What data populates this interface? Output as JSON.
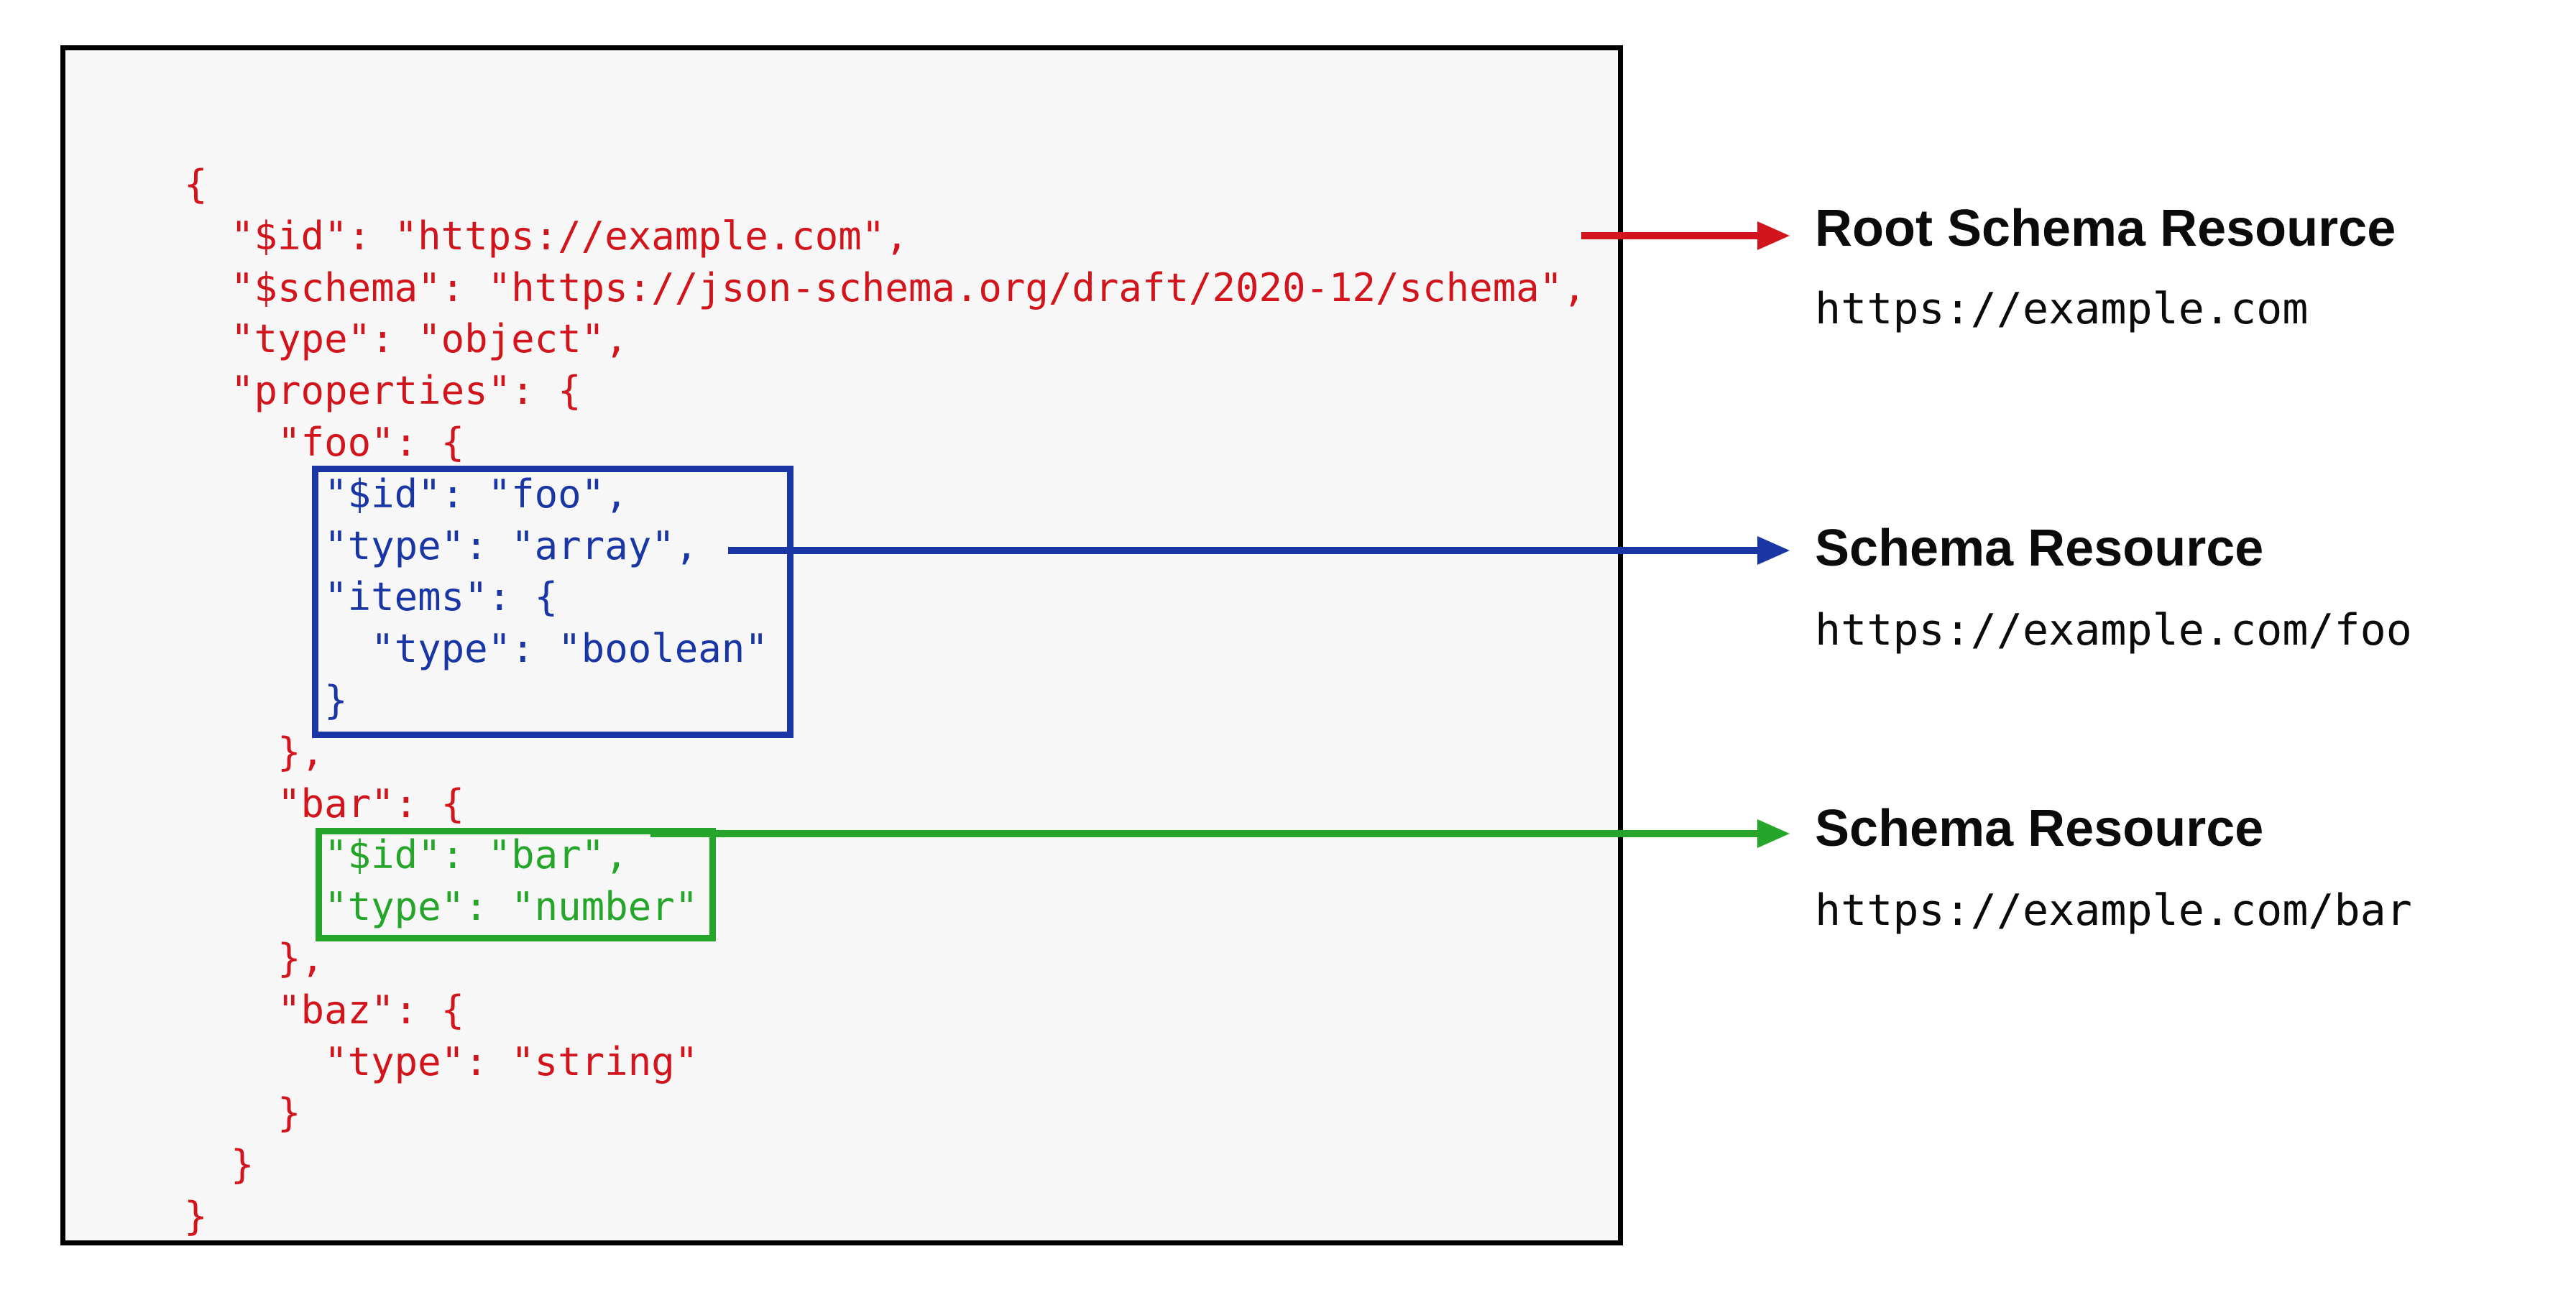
{
  "colors": {
    "red": "#d2151c",
    "blue": "#1a36a5",
    "green": "#25a62a",
    "ink": "#0b0b0b",
    "box_fill": "#f7f7f7",
    "box_border": "#000000",
    "background": "#ffffff"
  },
  "code": {
    "lines": [
      {
        "text": "{",
        "color": "red"
      },
      {
        "text": "  \"$id\": \"https://example.com\",",
        "color": "red"
      },
      {
        "text": "  \"$schema\": \"https://json-schema.org/draft/2020-12/schema\",",
        "color": "red"
      },
      {
        "text": "  \"type\": \"object\",",
        "color": "red"
      },
      {
        "text": "  \"properties\": {",
        "color": "red"
      },
      {
        "text": "    \"foo\": {",
        "color": "red"
      },
      {
        "text": "      \"$id\": \"foo\",",
        "color": "blue"
      },
      {
        "text": "      \"type\": \"array\",",
        "color": "blue"
      },
      {
        "text": "      \"items\": {",
        "color": "blue"
      },
      {
        "text": "        \"type\": \"boolean\"",
        "color": "blue"
      },
      {
        "text": "      }",
        "color": "blue"
      },
      {
        "text": "    },",
        "color": "red"
      },
      {
        "text": "    \"bar\": {",
        "color": "red"
      },
      {
        "text": "      \"$id\": \"bar\",",
        "color": "green"
      },
      {
        "text": "      \"type\": \"number\"",
        "color": "green"
      },
      {
        "text": "    },",
        "color": "red"
      },
      {
        "text": "    \"baz\": {",
        "color": "red"
      },
      {
        "text": "      \"type\": \"string\"",
        "color": "red"
      },
      {
        "text": "    }",
        "color": "red"
      },
      {
        "text": "  }",
        "color": "red"
      },
      {
        "text": "}",
        "color": "red"
      }
    ]
  },
  "annotations": [
    {
      "id": "root",
      "title": "Root Schema Resource",
      "url": "https://example.com",
      "color": "red"
    },
    {
      "id": "foo",
      "title": "Schema Resource",
      "url": "https://example.com/foo",
      "color": "blue"
    },
    {
      "id": "bar",
      "title": "Schema Resource",
      "url": "https://example.com/bar",
      "color": "green"
    }
  ]
}
